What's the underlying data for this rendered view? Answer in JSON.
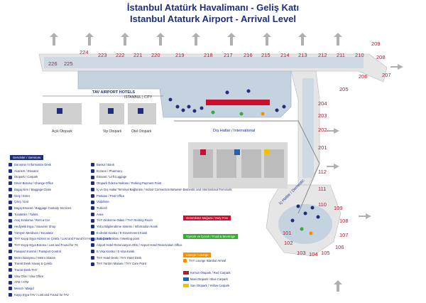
{
  "title_tr": "İstanbul Atatürk Havalimanı - Geliş Katı",
  "title_en": "Istanbul Ataturk Airport - Arrival Level",
  "colors": {
    "navy": "#1d2f7a",
    "red": "#c8102e",
    "green": "#3aa935",
    "orange": "#f39200",
    "terminal": "#c5d2e0",
    "apron": "#e6e6e6"
  },
  "gates_top": [
    "226",
    "225",
    "224",
    "223",
    "222",
    "221",
    "220",
    "219",
    "218",
    "217",
    "216",
    "215",
    "214",
    "213",
    "212",
    "211",
    "210"
  ],
  "gates_right": [
    "209",
    "208",
    "207",
    "206",
    "205",
    "204",
    "203",
    "202",
    "201"
  ],
  "gates_domestic": [
    "112",
    "111",
    "110",
    "109",
    "108",
    "107",
    "106",
    "105",
    "104",
    "103",
    "102",
    "101"
  ],
  "map_labels": {
    "acik_otopark": "Açık Otopark",
    "vip_otopark": "Vip Otopark",
    "otel_otopark": "Otel Otopark",
    "dis_hatlar": "Dış Hatlar / International",
    "ic_hatlar": "İç Hatlar / Domestic",
    "tav_hotel": "TAV AIRPORT HOTELS",
    "tav_hotel_sub": "ISTANBUL | CITY"
  },
  "legend_header": "Servisler / Services",
  "legend_col1": [
    "Danışma / Information Desk",
    "Asansör / Elevator",
    "Otopark / Carpark",
    "Döviz Bürosu / Change Office",
    "Bagaj Alım / Baggage Claim",
    "Giriş / Enter",
    "Çıkış / Exit",
    "Bagaj Emanet / Baggage Custody Services",
    "Tuvaletler / Toilets",
    "Araç Kiralama / Rent a Car",
    "Hediyelik Eşya / Souvenir Shop",
    "Yürüyen Merdiven / Escalator",
    "THY Kayıp Eşya Hizmet ve Çelebi / Lost and Found for Havaş and Çelebi",
    "THY Kayıp Eşya Bürosu / Lost and Found for TK",
    "Pasaport Kontrol / Passport Control",
    "Metro İstasyonu / Metro Station",
    "Transit Desk Havaş & Çelebi",
    "Transit Desk THY",
    "Visa Ofisi / Visa Office",
    "ATM / ATM",
    "Mescit / Masjid",
    "Kayıp Eşya TAV / Lost and Found for TAV"
  ],
  "legend_col2": [
    "Banka / Bank",
    "Eczane / Pharmacy",
    "Emanet / Left Luggage",
    "Otopark Ödeme Noktası / Parking Payment Point",
    "İç ve Dış Hatlar Terminal Bağlantısı / Indoor Connection Between Domestic and International Terminals",
    "Postane / Post Office",
    "Vodafone",
    "Turkcell",
    "Avea",
    "THY Dinlenme Odası / THY Resting Room",
    "Yolcu Bilgilendirme Sistemi / Information Kiosk",
    "E-devlet Kiosku / E-Government Kiosk",
    "Buluşma Noktası / Meeting point",
    "Airport Hotel Rezervasyon Ofisi / Airport Hotel Reservation Office",
    "E-Visa Kiosku / E-Visa Kiosk",
    "THY Hotel Desk / THY Hotel Desk",
    "THY Yardım Masası / THY Care Point"
  ],
  "legend_zones": [
    {
      "label": "Gümrüksüz Mağaza / Duty Free",
      "color": "#c8102e"
    },
    {
      "label": "Yiyecek ve İçecek / Food & Beverage",
      "color": "#3aa935"
    },
    {
      "label": "Lounge / Lounge",
      "color": "#f39200"
    }
  ],
  "legend_lounge_item": "THY Lounge Istanbul Arrival",
  "legend_carparks": [
    {
      "label": "Kırmızı Otopark / Red Carpark",
      "color": "#c8102e"
    },
    {
      "label": "Mavi Otopark / Blue Carpark",
      "color": "#2a5fb0"
    },
    {
      "label": "Sarı Otopark / Yellow Carpark",
      "color": "#f2c200"
    }
  ]
}
